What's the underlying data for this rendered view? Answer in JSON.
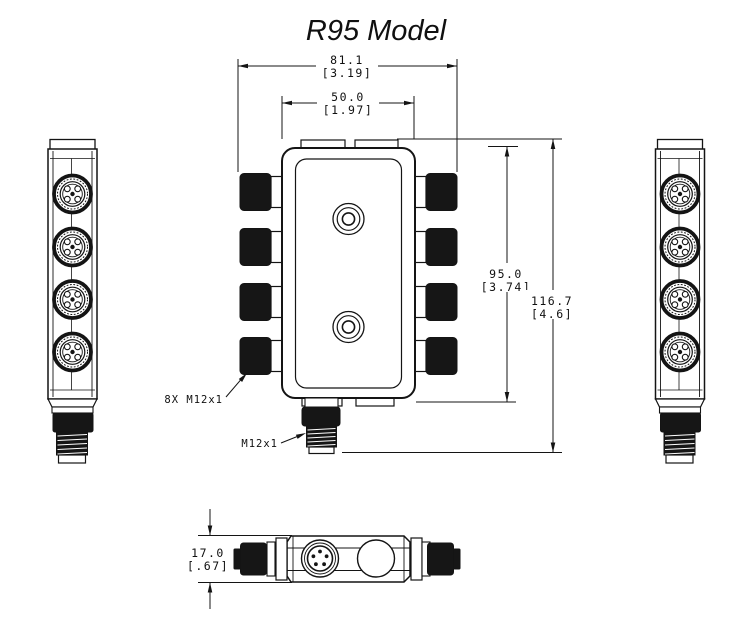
{
  "title": "R95 Model",
  "dimensions": {
    "overall_width": {
      "mm": "81.1",
      "inch": "[3.19]"
    },
    "body_width": {
      "mm": "50.0",
      "inch": "[1.97]"
    },
    "body_height": {
      "mm": "95.0",
      "inch": "[3.74]"
    },
    "overall_height": {
      "mm": "116.7",
      "inch": "[4.6]"
    },
    "body_depth": {
      "mm": "17.0",
      "inch": "[.67]"
    }
  },
  "labels": {
    "side_connectors": "8X M12x1",
    "bottom_connector": "M12x1"
  },
  "colors": {
    "line": "#141414",
    "fill_dark": "#161616",
    "background": "#ffffff"
  }
}
